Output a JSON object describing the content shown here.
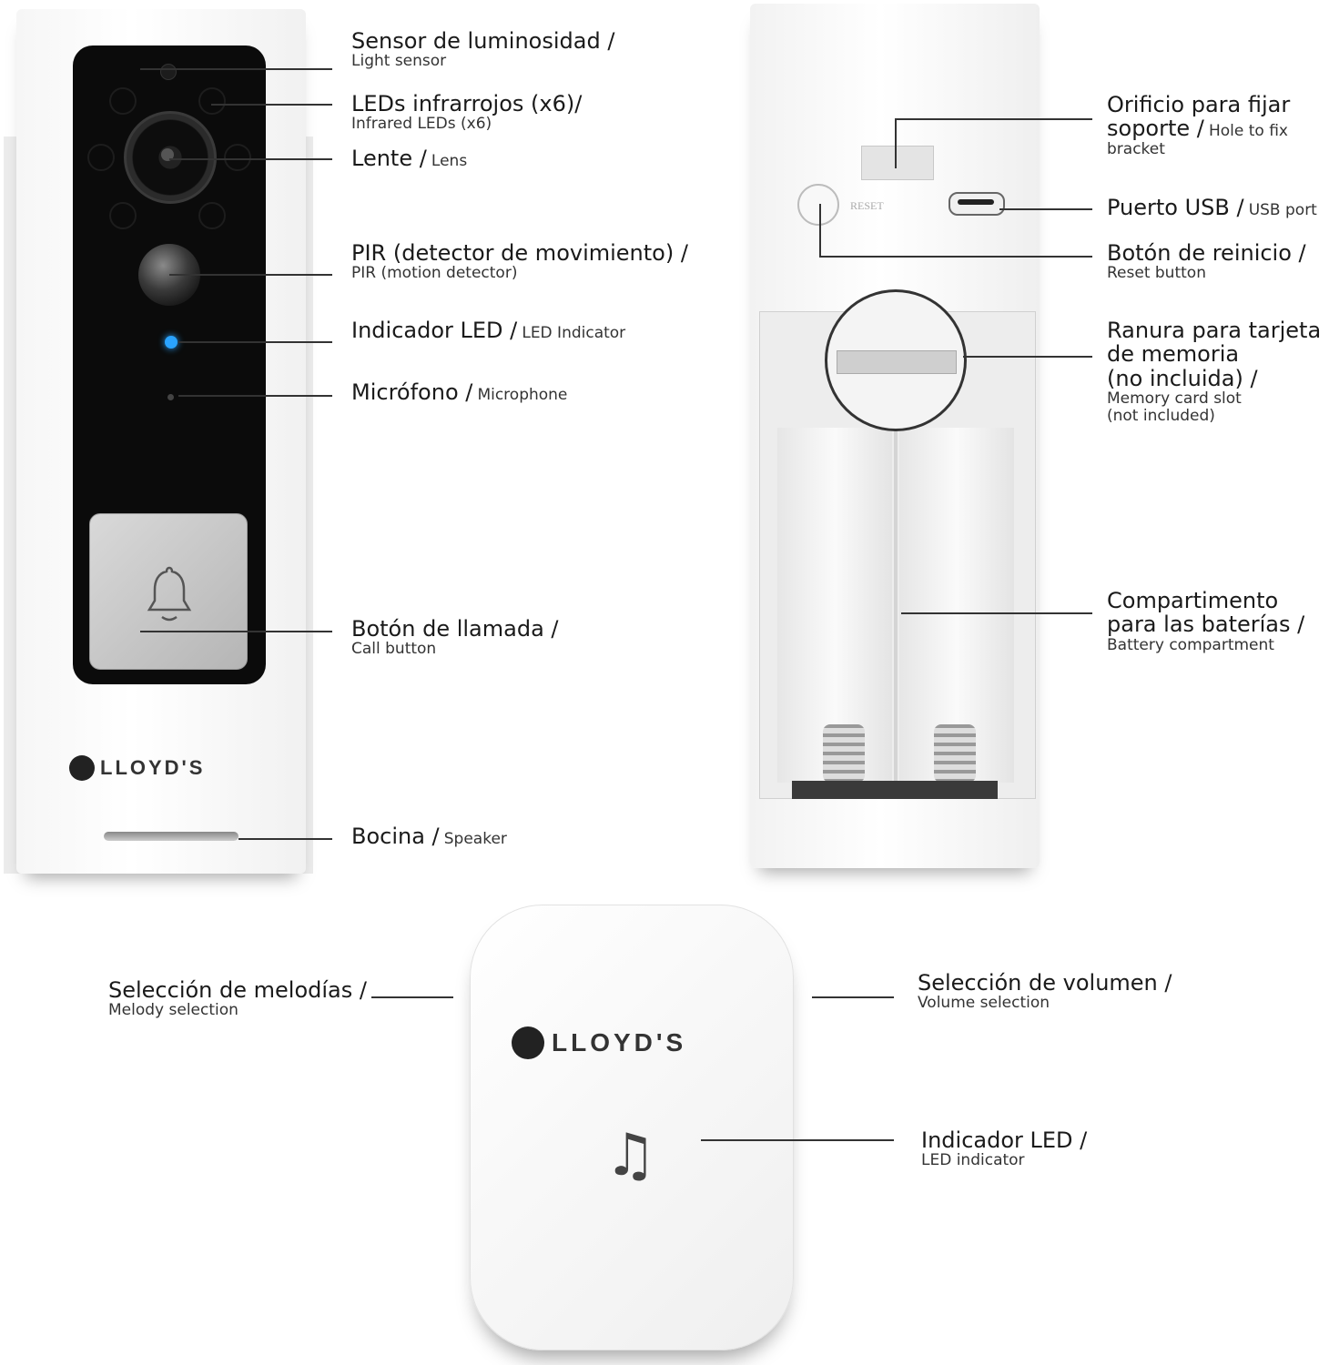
{
  "doorbell_front": {
    "logo": "LLOYD'S",
    "labels": {
      "light_sensor": {
        "es": "Sensor de luminosidad /",
        "en": "Light sensor"
      },
      "infrared_leds": {
        "es": "LEDs infrarrojos (x6)/",
        "en": "Infrared LEDs (x6)"
      },
      "lens": {
        "es": "Lente /",
        "en": "Lens"
      },
      "pir": {
        "es": "PIR (detector de movimiento) /",
        "en": "PIR (motion detector)"
      },
      "led_indicator": {
        "es": "Indicador LED /",
        "en": "LED Indicator"
      },
      "microphone": {
        "es": "Micrófono /",
        "en": "Microphone"
      },
      "call_button": {
        "es": "Botón de llamada /",
        "en": "Call button"
      },
      "speaker": {
        "es": "Bocina /",
        "en": "Speaker"
      }
    }
  },
  "doorbell_back": {
    "reset_text": "RESET",
    "labels": {
      "bracket_hole": {
        "es_line1": "Orificio para fijar",
        "es_line2": "soporte /",
        "en_line1": "Hole to fix",
        "en_line2": "bracket"
      },
      "usb_port": {
        "es": "Puerto USB /",
        "en": "USB port"
      },
      "reset_button": {
        "es": "Botón de reinicio /",
        "en": "Reset button"
      },
      "memory_slot": {
        "es_line1": "Ranura para tarjeta",
        "es_line2": "de memoria",
        "es_line3": "(no incluida) /",
        "en_line1": "Memory card slot",
        "en_line2": "(not included)"
      },
      "battery": {
        "es_line1": "Compartimento",
        "es_line2": "para las baterías /",
        "en": "Battery compartment"
      }
    }
  },
  "chime": {
    "logo": "LLOYD'S",
    "labels": {
      "melody": {
        "es": "Selección de melodías /",
        "en": "Melody selection"
      },
      "volume": {
        "es": "Selección de volumen /",
        "en": "Volume selection"
      },
      "led_indicator": {
        "es": "Indicador LED /",
        "en": "LED indicator"
      }
    }
  }
}
